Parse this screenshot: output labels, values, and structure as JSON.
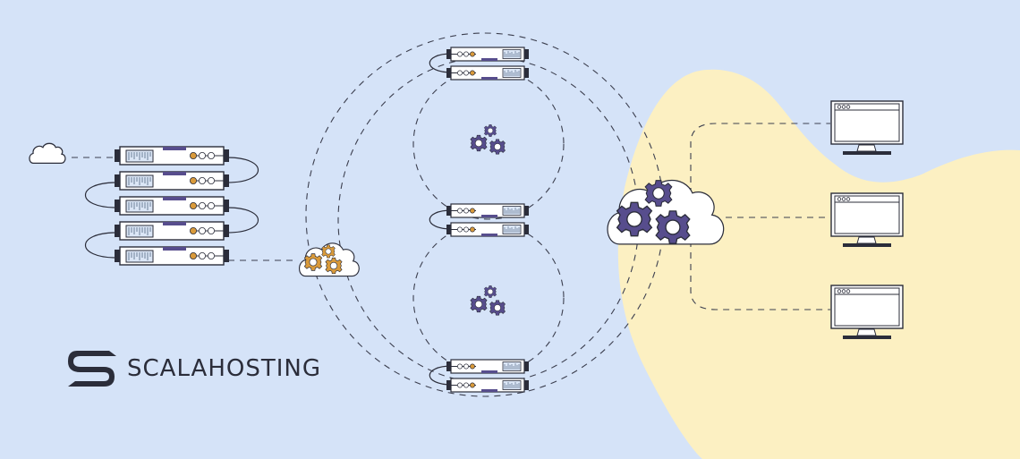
{
  "brand": {
    "name": "SCALAHOSTING",
    "logo_icon": "scalahosting-s-logo-icon"
  },
  "colors": {
    "background": "#d5e3f8",
    "blob": "#fcf0c2",
    "stroke": "#2b2d3a",
    "gear_purple": "#574d8d",
    "gear_orange": "#d99a3a",
    "dash": "#3c3f4f"
  },
  "diagram": {
    "left_cloud": "cloud-icon",
    "server_rack": {
      "units": 5,
      "icon": "server-icon"
    },
    "small_gear_cloud": {
      "icon": "cloud-gears-icon",
      "gear_color": "orange"
    },
    "server_pairs": [
      {
        "position": "top",
        "units": 2
      },
      {
        "position": "middle",
        "units": 2
      },
      {
        "position": "bottom",
        "units": 2
      }
    ],
    "gear_clusters": [
      {
        "position": "upper-circle",
        "icon": "gears-icon"
      },
      {
        "position": "lower-circle",
        "icon": "gears-icon"
      }
    ],
    "large_gear_cloud": {
      "icon": "cloud-gears-icon",
      "gear_color": "purple"
    },
    "clients": [
      {
        "icon": "monitor-icon",
        "label": "client-1"
      },
      {
        "icon": "monitor-icon",
        "label": "client-2"
      },
      {
        "icon": "monitor-icon",
        "label": "client-3"
      }
    ]
  }
}
